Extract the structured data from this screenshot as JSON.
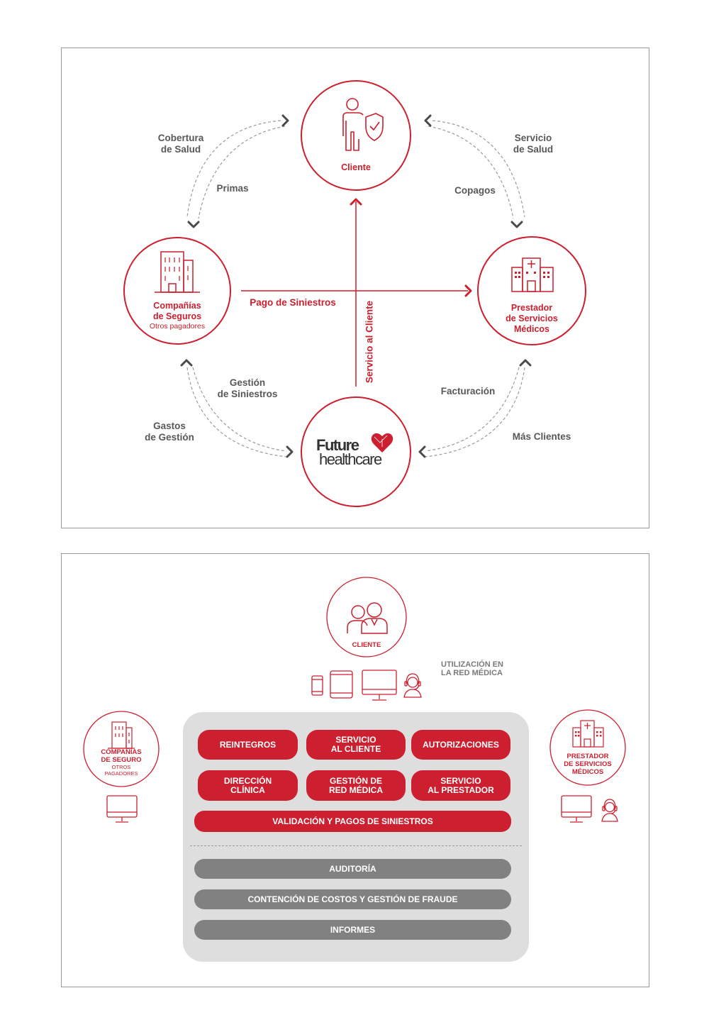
{
  "diagram_top": {
    "nodes": {
      "cliente": {
        "label": "Cliente"
      },
      "companias": {
        "label": "Compañías\nde Seguros",
        "sublabel": "Otros pagadores"
      },
      "prestador": {
        "label": "Prestador\nde Servicios\nMédicos"
      },
      "future": {
        "logo_line1": "Future",
        "logo_line2": "healthcare"
      }
    },
    "flows": {
      "cobertura": "Cobertura\nde Salud",
      "primas": "Primas",
      "servicio_salud": "Servicio\nde Salud",
      "copagos": "Copagos",
      "pago_siniestros": "Pago de Siniestros",
      "servicio_cliente": "Servicio al Cliente",
      "gestion_siniestros": "Gestión\nde Siniestros",
      "gastos_gestion": "Gastos\nde Gestión",
      "facturacion": "Facturación",
      "mas_clientes": "Más Clientes"
    }
  },
  "diagram_bottom": {
    "cliente": "CLIENTE",
    "utilizacion": "UTILIZACIÓN EN\nLA RED MÉDICA",
    "companias": {
      "label": "COMPAÑÍAS\nDE SEGURO",
      "sublabel": "OTROS\nPAGADORES"
    },
    "prestador": {
      "label": "PRESTADOR\nDE SERVICIOS\nMÉDICOS"
    },
    "services_red": [
      "REINTEGROS",
      "SERVICIO\nAL CLIENTE",
      "AUTORIZACIONES",
      "DIRECCIÓN\nCLÍNICA",
      "GESTIÓN DE\nRED MÉDICA",
      "SERVICIO\nAL PRESTADOR"
    ],
    "validacion": "VALIDACIÓN Y PAGOS DE SINIESTROS",
    "services_grey": [
      "AUDITORÍA",
      "CONTENCIÓN DE COSTOS Y GESTIÓN DE FRAUDE",
      "INFORMES"
    ]
  },
  "colors": {
    "accent": "#cc1f2f",
    "grey_text": "#585858",
    "grey_pill": "#818181",
    "grey_box": "#dedede"
  }
}
